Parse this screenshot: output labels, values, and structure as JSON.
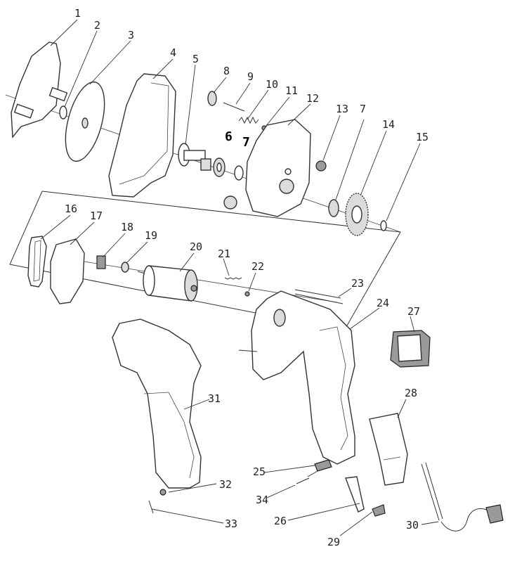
{
  "labels": {
    "n1": "1",
    "n2": "2",
    "n3": "3",
    "n4": "4",
    "n5": "5",
    "n6": "6",
    "n7a": "7",
    "n7b": "7",
    "n8": "8",
    "n9": "9",
    "n10": "10",
    "n11": "11",
    "n12": "12",
    "n13": "13",
    "n14": "14",
    "n15": "15",
    "n16": "16",
    "n17": "17",
    "n18": "18",
    "n19": "19",
    "n20": "20",
    "n21": "21",
    "n22": "22",
    "n23": "23",
    "n24": "24",
    "n25": "25",
    "n26": "26",
    "n27": "27",
    "n28": "28",
    "n29": "29",
    "n30": "30",
    "n31": "31",
    "n32": "32",
    "n33": "33",
    "n34": "34"
  }
}
